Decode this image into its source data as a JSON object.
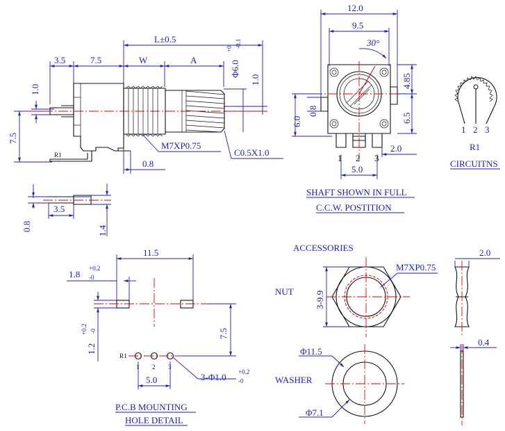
{
  "side_view": {
    "dims": {
      "length": "L±0.5",
      "d35": "3.5",
      "d75": "7.5",
      "w": "W",
      "a": "A",
      "shaft_dia": "Φ6.0",
      "shaft_tol_up": "+0",
      "shaft_tol_down": "-0.1",
      "d10_left": "1.0",
      "d10_right": "1.0",
      "height": "7.5",
      "d08": "0.8",
      "thread": "M7XP0.75",
      "chamfer": "C0.5X1.0",
      "r1": "R1"
    }
  },
  "terminal_detail": {
    "d08": "0.8",
    "d35": "3.5",
    "d14": "1.4"
  },
  "front_view": {
    "dims": {
      "d120": "12.0",
      "d95": "9.5",
      "angle": "30°",
      "d485": "4.85",
      "d65": "6.5",
      "d60": "6.0",
      "d08": "0.8",
      "d20": "2.0",
      "d50": "5.0",
      "pin1": "1",
      "pin2": "2",
      "pin3": "3"
    },
    "caption_line1": "SHAFT SHOWN IN FULL",
    "caption_line2": "C.C.W. POSTITION"
  },
  "circuit": {
    "pins": [
      "1",
      "2",
      "3"
    ],
    "ref": "R1",
    "caption": "CIRCUITNS"
  },
  "pcb_layout": {
    "d115": "11.5",
    "d18": "1.8",
    "d18_tol_up": "+0.2",
    "d18_tol_down": "-0",
    "d12": "1.2",
    "d12_tol_up": "+0.2",
    "d12_tol_down": "-0",
    "d75": "7.5",
    "d50": "5.0",
    "holes": "3-Φ1.0",
    "holes_tol_up": "+0.2",
    "holes_tol_down": "-0",
    "ref": "R1",
    "pins": [
      "1",
      "2",
      "3"
    ],
    "caption_line1": "P.C.B MOUNTING",
    "caption_line2": "HOLE DETAIL"
  },
  "accessories": {
    "title": "ACCESSORIES",
    "nut_label": "NUT",
    "nut_thread": "M7XP0.75",
    "nut_size": "3-9.9",
    "nut_thickness": "2.0",
    "washer_label": "WASHER",
    "washer_outer": "Φ11.5",
    "washer_inner": "Φ7.1",
    "washer_thickness": "0.4"
  }
}
